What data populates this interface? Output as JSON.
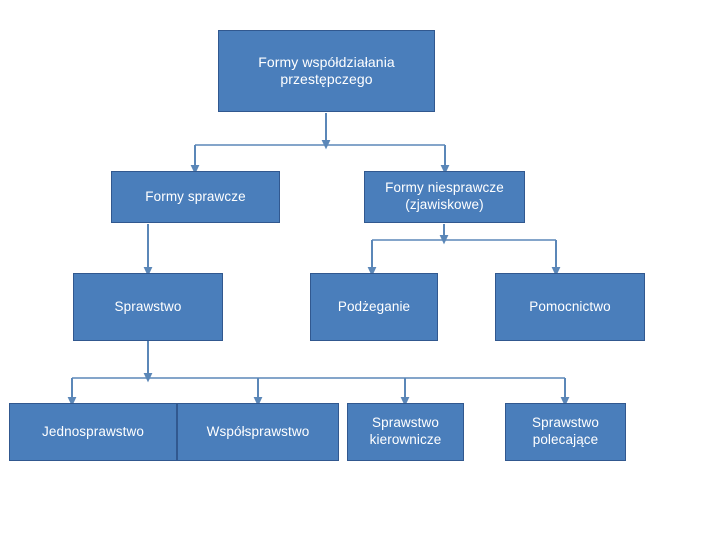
{
  "diagram": {
    "title": "Formy wspołdziałania przestępczego",
    "language": "pl",
    "type": "hierarchy-tree",
    "colors": {
      "node_fill": "#4a7ebb",
      "node_border": "#31588f",
      "node_text": "#ffffff",
      "connector": "#5b87b8",
      "background": "#ffffff"
    },
    "levels": [
      {
        "level": 1,
        "nodes": [
          {
            "id": "root",
            "label": "Formy współdziałania\nprzestępczego"
          }
        ]
      },
      {
        "level": 2,
        "nodes": [
          {
            "id": "sprawcze",
            "label": "Formy sprawcze"
          },
          {
            "id": "niesprawcze",
            "label": "Formy niesprawcze\n(zjawiskowe)"
          }
        ]
      },
      {
        "level": 3,
        "nodes": [
          {
            "id": "sprawstwo",
            "label": "Sprawstwo"
          },
          {
            "id": "podzeganie",
            "label": "Podżeganie"
          },
          {
            "id": "pomocnictwo",
            "label": "Pomocnictwo"
          }
        ]
      },
      {
        "level": 4,
        "nodes": [
          {
            "id": "jednosprawstwo",
            "label": "Jednosprawstwo"
          },
          {
            "id": "wspolsprawstwo",
            "label": "Współsprawstwo"
          },
          {
            "id": "kierownicze",
            "label": "Sprawstwo\nkierownicze"
          },
          {
            "id": "polecajace",
            "label": "Sprawstwo\npolecające"
          }
        ]
      }
    ],
    "edges": [
      {
        "from": "root",
        "to": "sprawcze"
      },
      {
        "from": "root",
        "to": "niesprawcze"
      },
      {
        "from": "sprawcze",
        "to": "sprawstwo"
      },
      {
        "from": "niesprawcze",
        "to": "podzeganie"
      },
      {
        "from": "niesprawcze",
        "to": "pomocnictwo"
      },
      {
        "from": "sprawstwo",
        "to": "jednosprawstwo"
      },
      {
        "from": "sprawstwo",
        "to": "wspolsprawstwo"
      },
      {
        "from": "sprawstwo",
        "to": "kierownicze"
      },
      {
        "from": "sprawstwo",
        "to": "polecajace"
      }
    ]
  }
}
